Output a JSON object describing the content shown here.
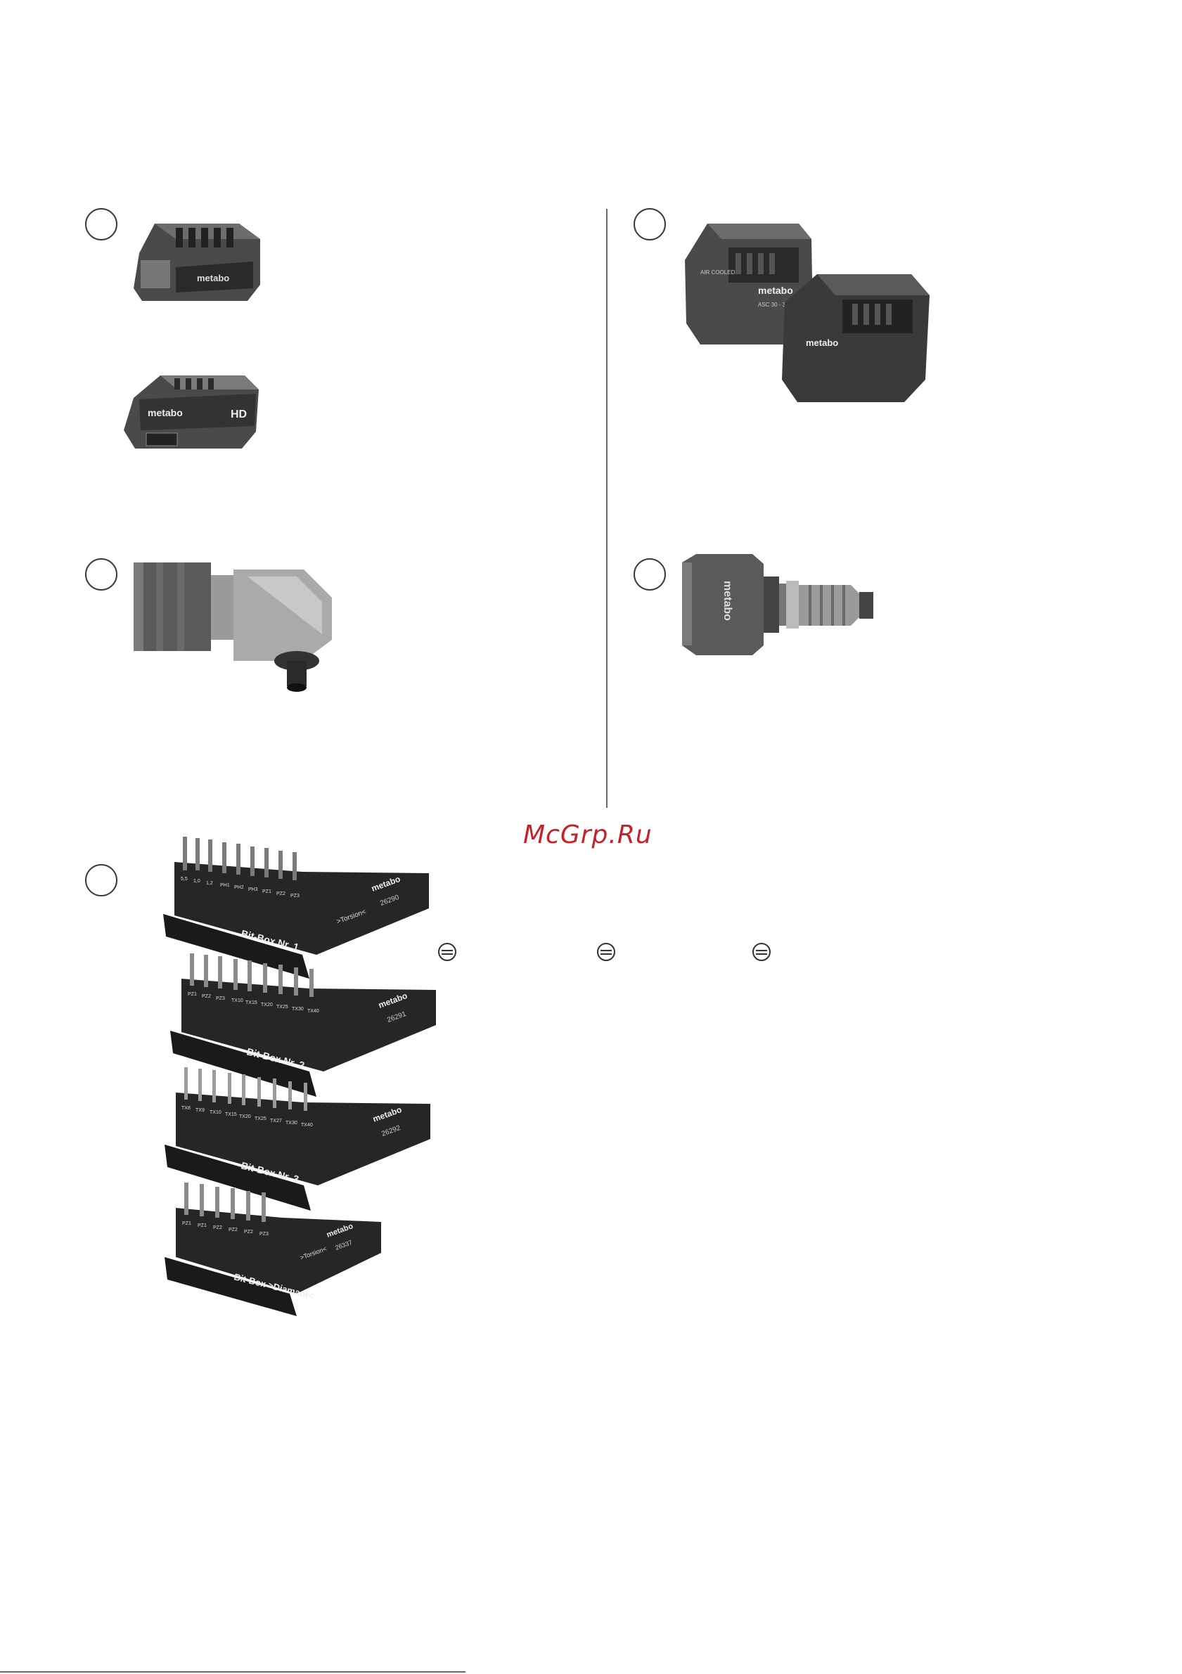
{
  "watermark": "McGrp.Ru",
  "icons": {
    "section_marker": "circle-marker-icon",
    "slot_screw": "slotted-screw-icon"
  },
  "colors": {
    "watermark": "#c8202a",
    "product_body": "#4a4a4a",
    "product_light": "#8a8a8a",
    "bitbox": "#262626"
  },
  "products": {
    "battery_large": {
      "brand": "metabo"
    },
    "battery_small": {
      "brand": "metabo",
      "badge": "HD"
    },
    "charger_front": {
      "brand": "metabo",
      "model": "ASC 30 - 36 V",
      "feature": "AIR COOLED"
    },
    "charger_back": {
      "brand": "metabo"
    },
    "chuck_adapter": {
      "brand": "metabo"
    }
  },
  "bitboxes": [
    {
      "title": "Bit-Box Nr. 1",
      "brand": "metabo",
      "order_no": "26290",
      "holder_label": ">Torsion<",
      "bit_labels": [
        "5,5",
        "1,0",
        "1,2",
        "PH1",
        "PH2",
        "PH3",
        "PZ1",
        "PZ2",
        "PZ3"
      ]
    },
    {
      "title": "Bit-Box Nr. 2",
      "brand": "metabo",
      "order_no": "26291",
      "holder_label": "",
      "bit_labels": [
        "PZ1",
        "PZ2",
        "PZ3",
        "TX10",
        "TX15",
        "TX20",
        "TX25",
        "TX30",
        "TX40"
      ]
    },
    {
      "title": "Bit-Box Nr. 3",
      "brand": "metabo",
      "order_no": "26292",
      "holder_label": "",
      "bit_labels": [
        "TX8",
        "TX9",
        "TX10",
        "TX15",
        "TX20",
        "TX25",
        "TX27",
        "TX30",
        "TX40"
      ]
    },
    {
      "title": "Bit-Box >Diamant<",
      "brand": "metabo",
      "order_no": "26337",
      "holder_label": ">Torsion<",
      "bit_labels": [
        "PZ1",
        "PZ1",
        "PZ2",
        "PZ2",
        "PZ2",
        "PZ3"
      ]
    }
  ]
}
